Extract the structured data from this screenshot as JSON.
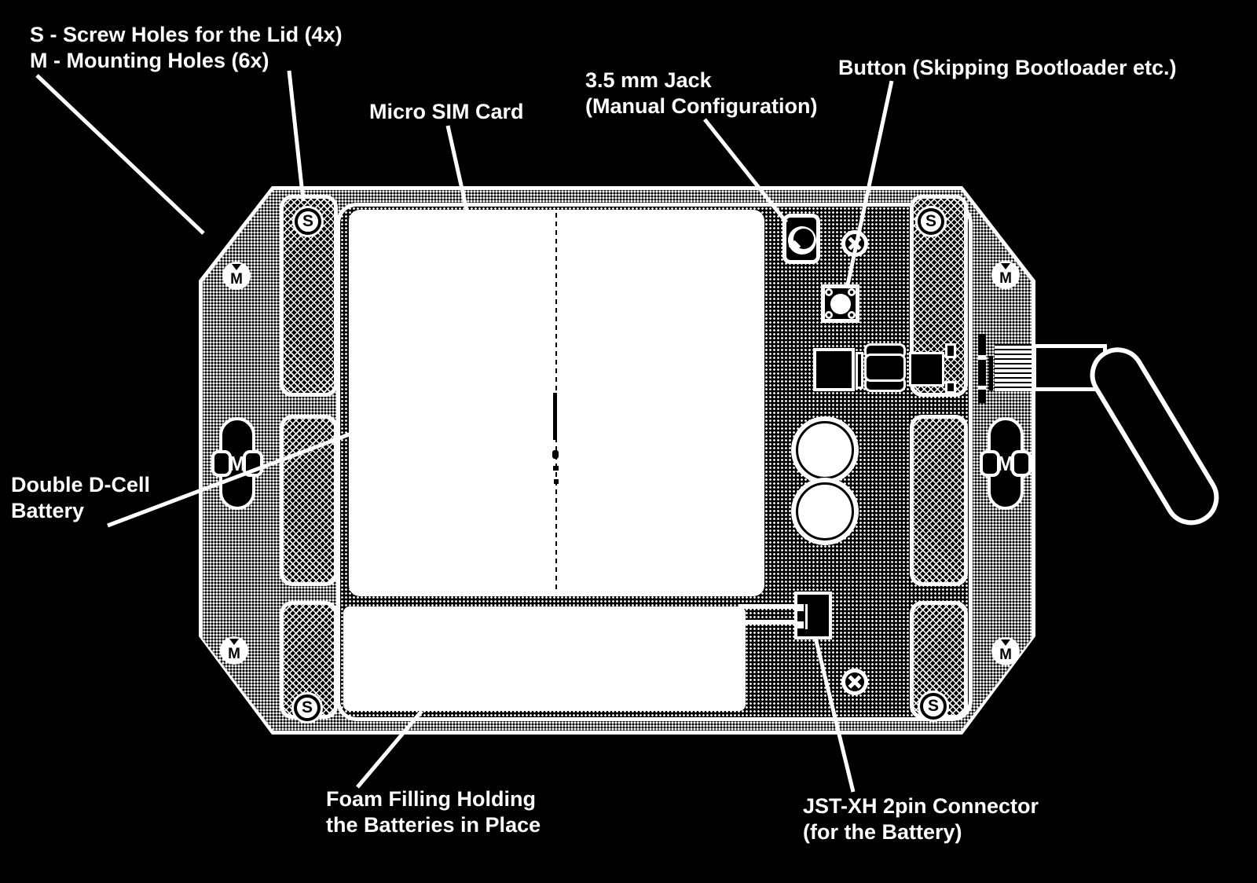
{
  "legend": {
    "line1": "S - Screw Holes for the Lid (4x)",
    "line2": "M - Mounting Holes (6x)"
  },
  "labels": {
    "sim": "Micro SIM Card",
    "jack": "3.5 mm Jack\n(Manual Configuration)",
    "button": "Button (Skipping Bootloader etc.)",
    "battery": "Double D-Cell\nBattery",
    "foam": "Foam Filling Holding\nthe Batteries in Place",
    "jst": "JST-XH 2pin Connector\n(for the Battery)"
  },
  "markers": {
    "screw": "S",
    "mount": "M"
  },
  "colors": {
    "background": "#000000",
    "foreground": "#ffffff"
  }
}
